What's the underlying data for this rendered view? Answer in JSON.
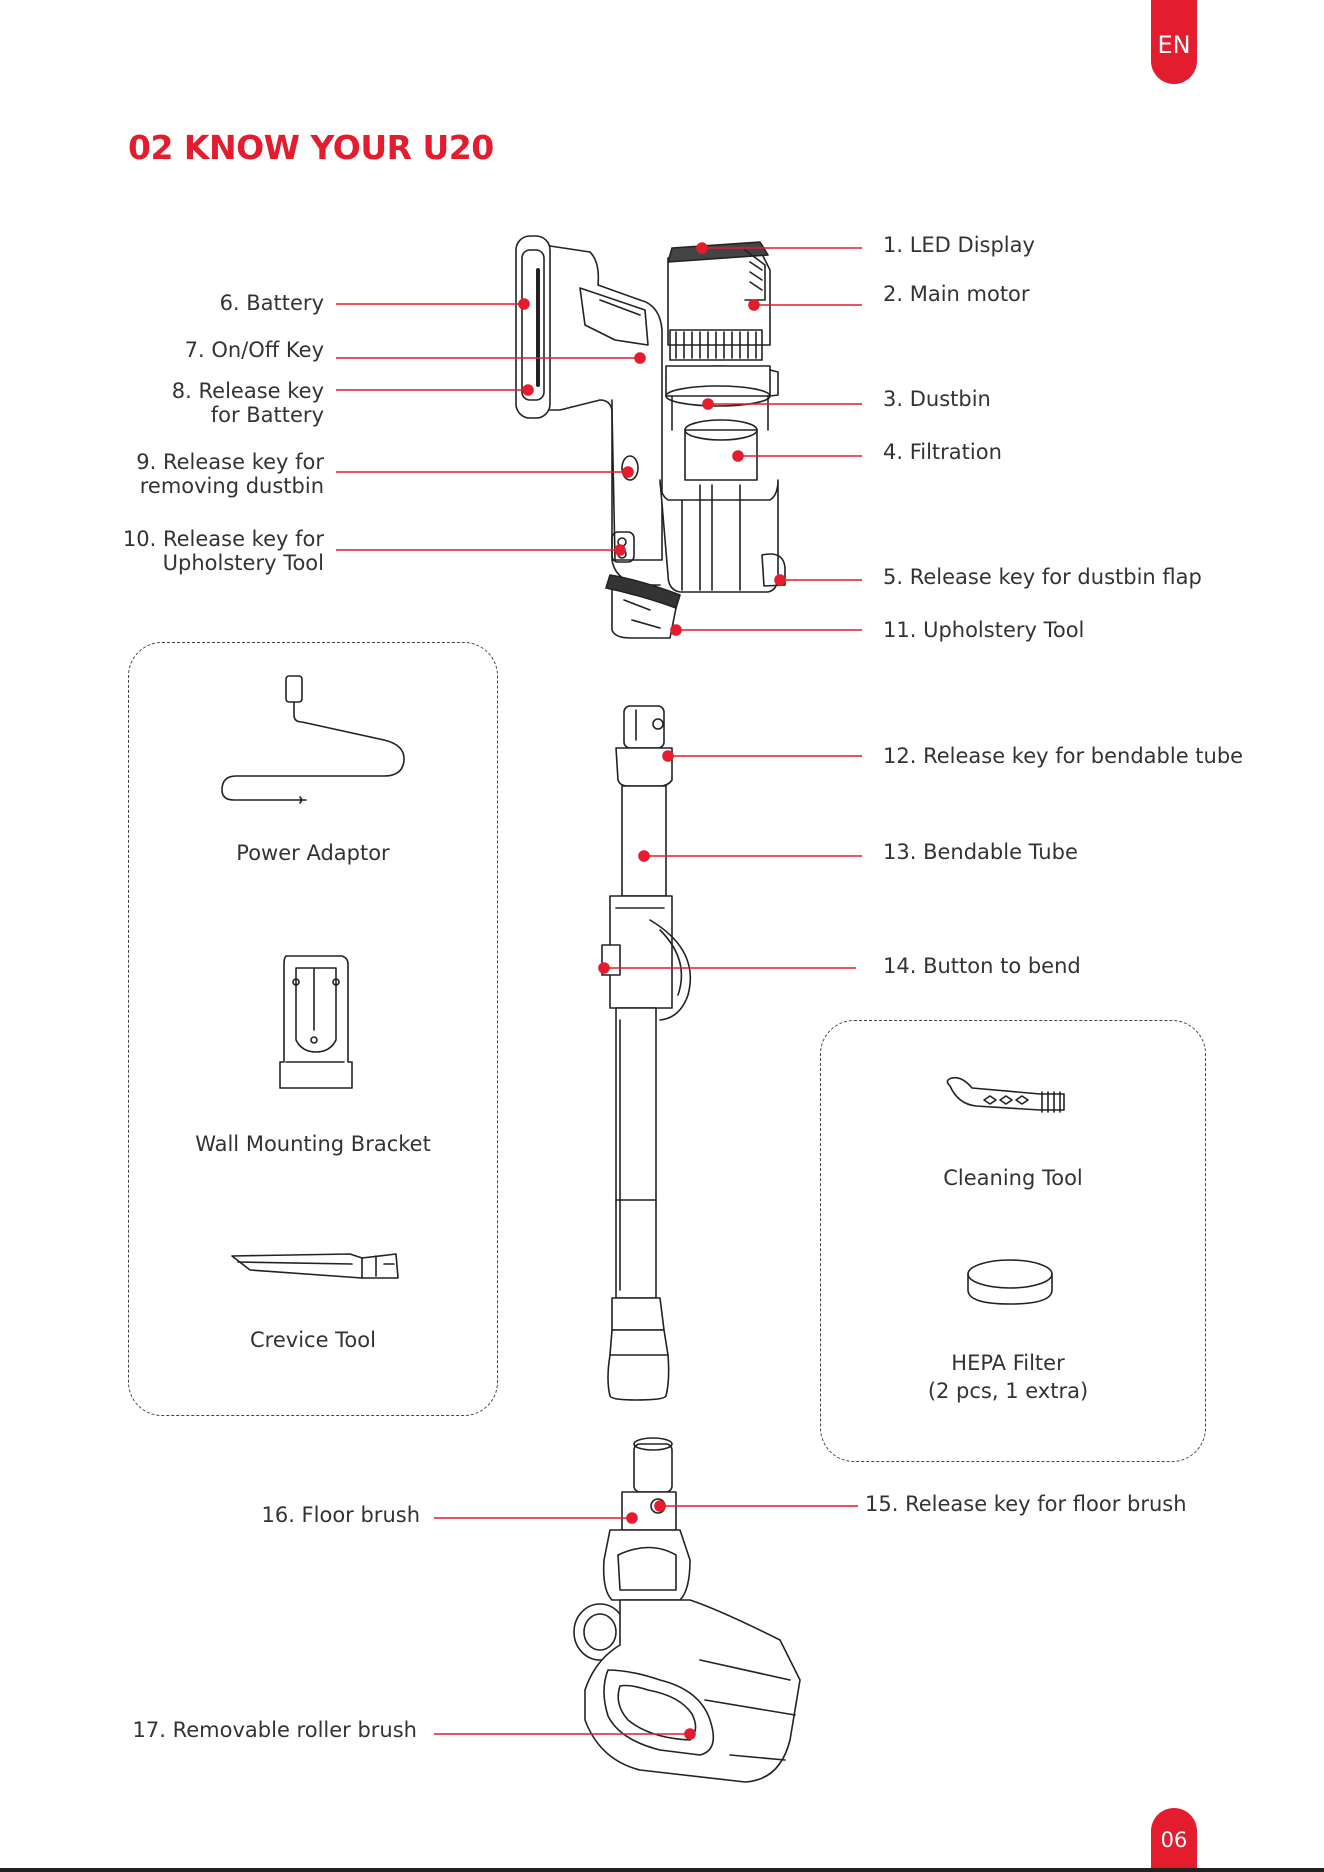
{
  "header": {
    "language": "EN",
    "title": "02 KNOW YOUR U20"
  },
  "footer": {
    "page_number": "06"
  },
  "parts": {
    "led_display": "1. LED Display",
    "main_motor": "2. Main motor",
    "dustbin": "3. Dustbin",
    "filtration": "4. Filtration",
    "release_dustbin_flap": "5. Release key for dustbin flap",
    "battery": "6. Battery",
    "on_off_key": "7. On/Off Key",
    "release_battery": "8. Release key\nfor Battery",
    "release_dustbin": "9. Release key for\nremoving dustbin",
    "release_upholstery": "10. Release key for\nUpholstery Tool",
    "upholstery_tool": "11. Upholstery Tool",
    "release_bendable_tube": "12. Release key for bendable tube",
    "bendable_tube": "13. Bendable Tube",
    "button_to_bend": "14. Button to bend",
    "release_floor_brush": "15. Release key for floor brush",
    "floor_brush": "16. Floor brush",
    "removable_roller_brush": "17. Removable roller brush"
  },
  "accessories_left": {
    "power_adaptor": "Power Adaptor",
    "wall_mounting_bracket": "Wall Mounting Bracket",
    "crevice_tool": "Crevice Tool"
  },
  "accessories_right": {
    "cleaning_tool": "Cleaning Tool",
    "hepa_filter": "HEPA Filter\n(2 pcs, 1 extra)"
  },
  "colors": {
    "accent": "#e31c2e",
    "line_art": "#222222"
  }
}
